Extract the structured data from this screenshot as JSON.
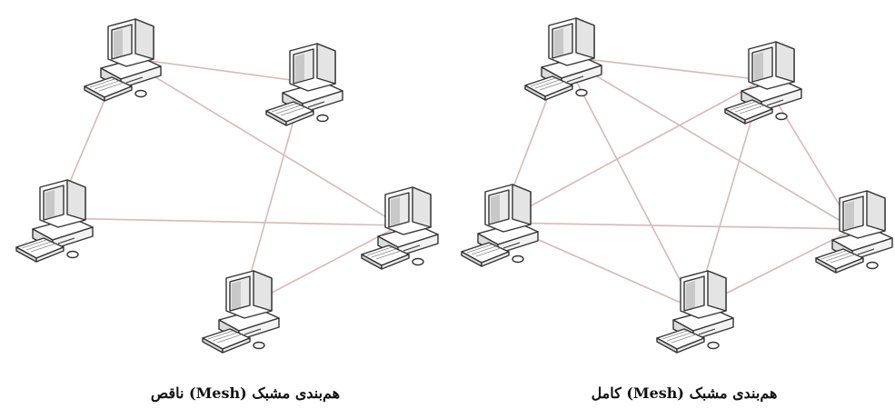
{
  "diagrams": [
    {
      "id": "partial-mesh",
      "caption": "هم‌بندی مشبک (Mesh) ناقص",
      "node_count": 5,
      "links": [
        [
          0,
          1
        ],
        [
          0,
          2
        ],
        [
          0,
          3
        ],
        [
          1,
          4
        ],
        [
          2,
          3
        ],
        [
          3,
          4
        ]
      ]
    },
    {
      "id": "full-mesh",
      "caption": "هم‌بندی مشبک (Mesh) کامل",
      "node_count": 5,
      "links": [
        [
          0,
          1
        ],
        [
          0,
          2
        ],
        [
          0,
          3
        ],
        [
          0,
          4
        ],
        [
          1,
          2
        ],
        [
          1,
          3
        ],
        [
          1,
          4
        ],
        [
          2,
          3
        ],
        [
          2,
          4
        ],
        [
          3,
          4
        ]
      ]
    }
  ],
  "colors": {
    "link": "#d7b8b8",
    "outline": "#333333",
    "body": "#ffffff",
    "screen": "#e9e9e9",
    "screen_shade": "#c8c8c8"
  },
  "icon": "computer-icon"
}
